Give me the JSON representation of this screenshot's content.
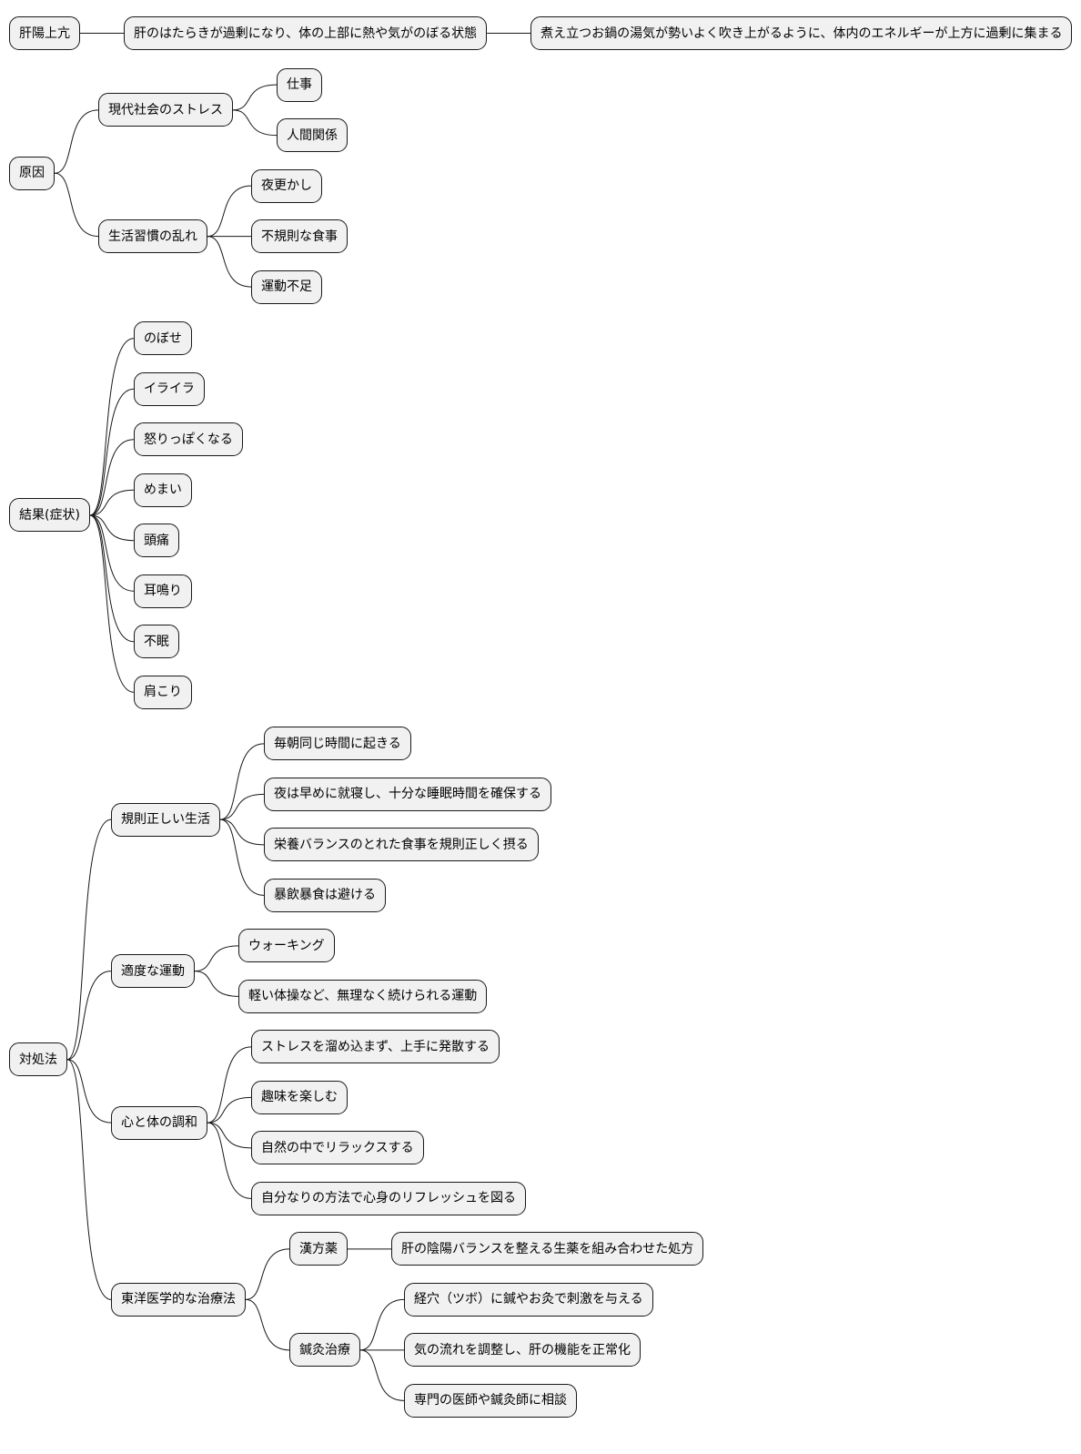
{
  "mindmap": {
    "branches": [
      {
        "label": "肝陽上亢",
        "children": [
          {
            "label": "肝のはたらきが過剰になり、体の上部に熱や気がのぼる状態",
            "children": [
              {
                "label": "煮え立つお鍋の湯気が勢いよく吹き上がるように、体内のエネルギーが上方に過剰に集まる",
                "children": []
              }
            ]
          }
        ]
      },
      {
        "label": "原因",
        "children": [
          {
            "label": "現代社会のストレス",
            "children": [
              {
                "label": "仕事",
                "children": []
              },
              {
                "label": "人間関係",
                "children": []
              }
            ]
          },
          {
            "label": "生活習慣の乱れ",
            "children": [
              {
                "label": "夜更かし",
                "children": []
              },
              {
                "label": "不規則な食事",
                "children": []
              },
              {
                "label": "運動不足",
                "children": []
              }
            ]
          }
        ]
      },
      {
        "label": "結果(症状)",
        "children": [
          {
            "label": "のぼせ",
            "children": []
          },
          {
            "label": "イライラ",
            "children": []
          },
          {
            "label": "怒りっぽくなる",
            "children": []
          },
          {
            "label": "めまい",
            "children": []
          },
          {
            "label": "頭痛",
            "children": []
          },
          {
            "label": "耳鳴り",
            "children": []
          },
          {
            "label": "不眠",
            "children": []
          },
          {
            "label": "肩こり",
            "children": []
          }
        ]
      },
      {
        "label": "対処法",
        "children": [
          {
            "label": "規則正しい生活",
            "children": [
              {
                "label": "毎朝同じ時間に起きる",
                "children": []
              },
              {
                "label": "夜は早めに就寝し、十分な睡眠時間を確保する",
                "children": []
              },
              {
                "label": "栄養バランスのとれた食事を規則正しく摂る",
                "children": []
              },
              {
                "label": "暴飲暴食は避ける",
                "children": []
              }
            ]
          },
          {
            "label": "適度な運動",
            "children": [
              {
                "label": "ウォーキング",
                "children": []
              },
              {
                "label": "軽い体操など、無理なく続けられる運動",
                "children": []
              }
            ]
          },
          {
            "label": "心と体の調和",
            "children": [
              {
                "label": "ストレスを溜め込まず、上手に発散する",
                "children": []
              },
              {
                "label": "趣味を楽しむ",
                "children": []
              },
              {
                "label": "自然の中でリラックスする",
                "children": []
              },
              {
                "label": "自分なりの方法で心身のリフレッシュを図る",
                "children": []
              }
            ]
          },
          {
            "label": "東洋医学的な治療法",
            "children": [
              {
                "label": "漢方薬",
                "children": [
                  {
                    "label": "肝の陰陽バランスを整える生薬を組み合わせた処方",
                    "children": []
                  }
                ]
              },
              {
                "label": "鍼灸治療",
                "children": [
                  {
                    "label": "経穴（ツボ）に鍼やお灸で刺激を与える",
                    "children": []
                  },
                  {
                    "label": "気の流れを調整し、肝の機能を正常化",
                    "children": []
                  },
                  {
                    "label": "専門の医師や鍼灸師に相談",
                    "children": []
                  }
                ]
              }
            ]
          }
        ]
      }
    ]
  }
}
